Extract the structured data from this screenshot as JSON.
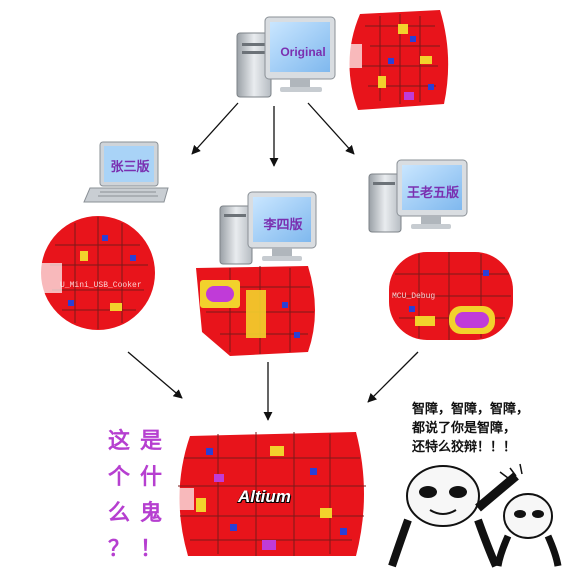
{
  "nodes": {
    "original": {
      "label": "Original"
    },
    "zhang": {
      "label": "张三版"
    },
    "li": {
      "label": "李四版"
    },
    "wang": {
      "label": "王老五版"
    }
  },
  "pcb_labels": {
    "zhang": "U_Mini_USB_Cooker",
    "wang": "MCU_Debug"
  },
  "result": {
    "logo": "Altium"
  },
  "question": {
    "lines": "这是\n个什\n么鬼\n？！"
  },
  "meme": {
    "text": "智障，智障，智障，\n都说了你是智障，\n还特么狡辩！！！"
  }
}
